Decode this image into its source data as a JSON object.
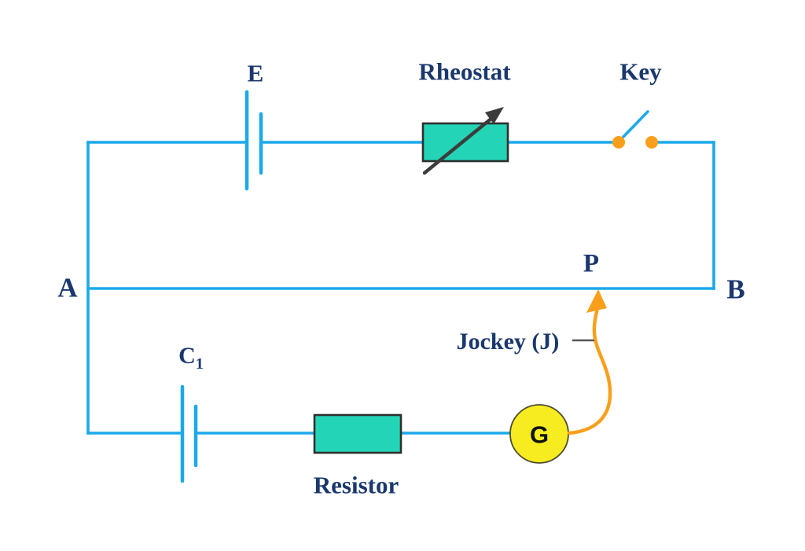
{
  "diagram_labels": {
    "battery_emf": "E",
    "rheostat": "Rheostat",
    "key": "Key",
    "terminal_a": "A",
    "terminal_b": "B",
    "contact_point": "P",
    "jockey": "Jockey (J)",
    "cell_main": "C",
    "cell_sub": "1",
    "resistor": "Resistor",
    "galvanometer": "G"
  },
  "colors": {
    "wire_blue": "#1BA9E9",
    "component_teal": "#23D5B6",
    "component_border": "#2e2e2e",
    "galvanometer_yellow": "#F6EC1F",
    "jockey_orange": "#F99F1B",
    "label_navy": "#1A386E",
    "arrow_dark": "#3C3C3C",
    "pointer_dash_gray": "#555555"
  }
}
